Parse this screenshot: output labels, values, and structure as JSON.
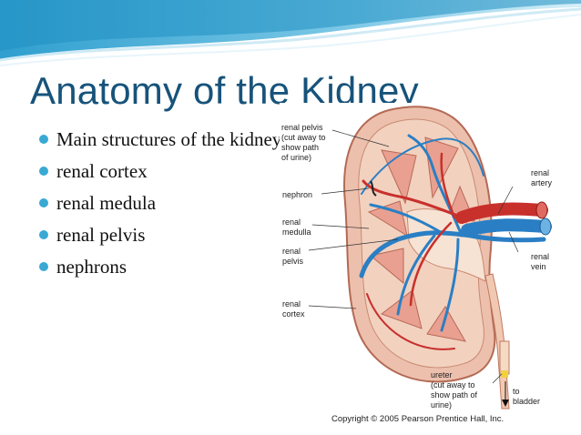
{
  "slide": {
    "title": "Anatomy of the Kidney",
    "bullets": [
      "Main structures of the kidney",
      "renal cortex",
      "renal medula",
      "renal pelvis",
      "nephrons"
    ]
  },
  "figure": {
    "labels": {
      "renal_pelvis_top": "renal pelvis\n(cut away to\nshow path\nof urine)",
      "nephron": "nephron",
      "renal_medulla": "renal\nmedulla",
      "renal_pelvis": "renal\npelvis",
      "renal_cortex": "renal\ncortex",
      "renal_artery": "renal\nartery",
      "renal_vein": "renal\nvein",
      "ureter": "ureter\n(cut away to\nshow path of\nurine)",
      "to_bladder": "to\nbladder"
    },
    "copyright": "Copyright © 2005 Pearson Prentice Hall, Inc."
  },
  "colors": {
    "title": "#17537a",
    "bullet": "#39a9d4",
    "wave_dark": "#2f9fcf",
    "wave_light": "#bfe6f4",
    "artery": "#c8302c",
    "vein": "#2a7fc4",
    "tissue": "#e9a090"
  }
}
